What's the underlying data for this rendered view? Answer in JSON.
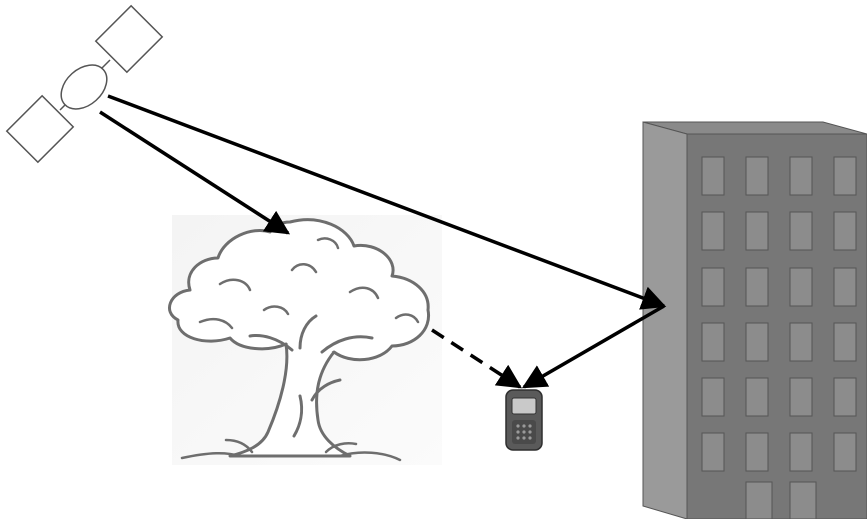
{
  "scene": {
    "objects": [
      {
        "id": "satellite",
        "icon": "satellite-icon"
      },
      {
        "id": "tree",
        "icon": "tree-icon"
      },
      {
        "id": "building",
        "icon": "building-icon"
      },
      {
        "id": "receiver",
        "icon": "gps-receiver-icon"
      }
    ],
    "signal_paths": [
      {
        "from": "satellite",
        "to": "tree",
        "style": "solid"
      },
      {
        "from": "satellite",
        "to": "building",
        "style": "solid"
      },
      {
        "from": "building",
        "to": "receiver",
        "style": "solid"
      },
      {
        "from": "tree",
        "to": "receiver",
        "style": "dashed"
      }
    ],
    "colors": {
      "line": "#000000",
      "building_front": "#777777",
      "building_side": "#9a9a9a",
      "building_roof": "#8a8a8a",
      "window": "#8c8c8c",
      "tree_stroke": "#6e6e6e",
      "tree_fill": "#ffffff",
      "receiver_body": "#5a5a5a"
    }
  }
}
